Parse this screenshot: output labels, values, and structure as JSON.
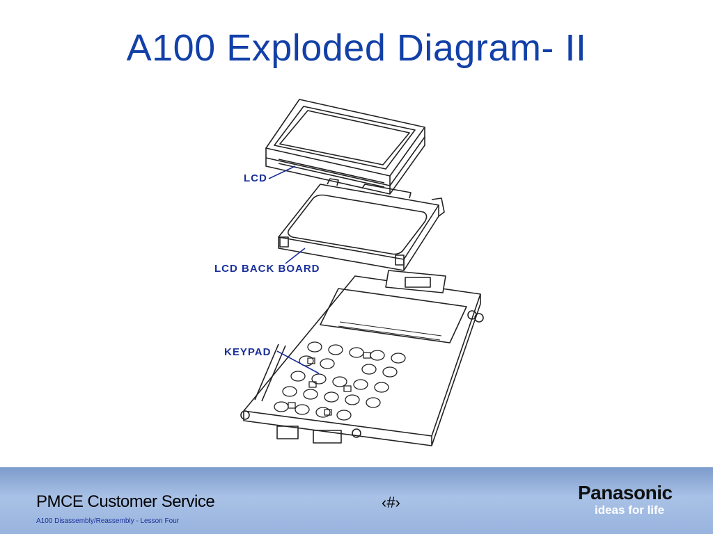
{
  "slide": {
    "title": "A100 Exploded Diagram- II"
  },
  "diagram": {
    "labels": {
      "lcd": "LCD",
      "lcd_back_board": "LCD BACK BOARD",
      "keypad": "KEYPAD"
    },
    "line_color": "#222222",
    "callout_color": "#1a2f9a"
  },
  "footer": {
    "left_title": "PMCE  Customer Service",
    "subtitle": "A100 Disassembly/Reassembly  - Lesson Four",
    "page_marker": "‹#›",
    "brand_name": "Panasonic",
    "brand_tagline": "ideas for life"
  }
}
